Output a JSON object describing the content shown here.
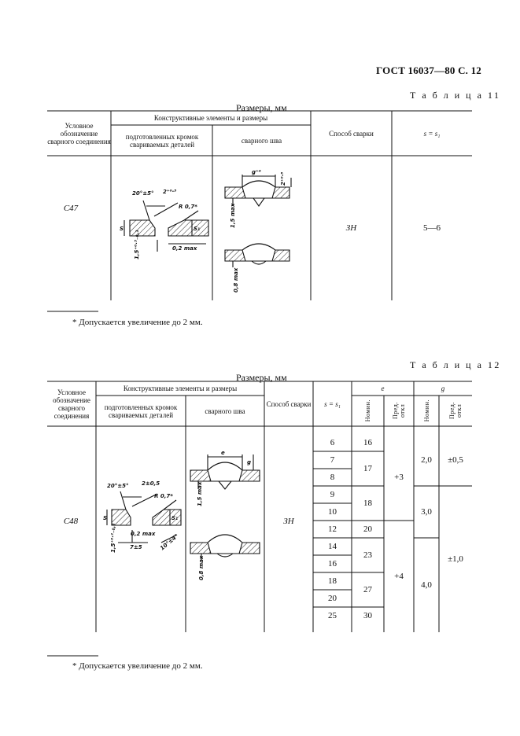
{
  "header": {
    "title": "ГОСТ 16037—80 С. 12"
  },
  "t11": {
    "label": "Т а б л и ц а  11",
    "caption": "Размеры, мм",
    "h_designation": "Условное обозначение сварного соединения",
    "h_elements": "Конструктивные элементы и размеры",
    "h_prepared": "подготовленных кромок свариваемых деталей",
    "h_weld": "сварного шва",
    "h_method": "Способ сварки",
    "h_s": "s = s₁",
    "row": {
      "designation": "С47",
      "method": "ЗН",
      "s": "5—6"
    },
    "drawing_prep": {
      "angle": "20°±5°",
      "gap": "2⁺⁰·⁵",
      "radius": "R 0,7*",
      "s": "S",
      "s1": "S₁",
      "root": "1,5⁺⁰·³₋₀,₃",
      "offset": "0,2 max"
    },
    "drawing_weld": {
      "g": "g⁺⁴",
      "h": "2⁺⁰·⁵",
      "max1": "1,5 max",
      "max2": "0,8 max"
    },
    "footnote": "* Допускается увеличение до 2 мм."
  },
  "t12": {
    "label": "Т а б л и ц а  12",
    "caption": "Размеры, мм",
    "h_designation": "Условное обозначение сварного соединения",
    "h_elements": "Конструктивные элементы и размеры",
    "h_prepared": "подготовленных кромок свариваемых деталей",
    "h_weld": "сварного шва",
    "h_method": "Способ сварки",
    "h_s": "s = s₁",
    "h_e": "e",
    "h_g": "g",
    "h_nom": "Номин.",
    "h_tol": "Пред. откл",
    "designation": "С48",
    "method": "ЗН",
    "s_values": [
      "6",
      "7",
      "8",
      "9",
      "10",
      "12",
      "14",
      "16",
      "18",
      "20",
      "25"
    ],
    "e_nom": [
      "16",
      "17",
      "18",
      "20",
      "23",
      "27",
      "30"
    ],
    "e_tol": [
      "+3",
      "+4"
    ],
    "g_nom": [
      "2,0",
      "3,0",
      "4,0"
    ],
    "g_tol": [
      "±0,5",
      "±1,0"
    ],
    "drawing_prep": {
      "angle": "20°±5°",
      "gap": "2±0,5",
      "radius": "R 0,7*",
      "s": "S",
      "s1": "S₁",
      "root": "1,5⁺⁰·²₋₀,₃",
      "offset": "0,2 max",
      "width": "7±5",
      "bevel": "10°±4°"
    },
    "drawing_weld": {
      "e": "e",
      "g": "g",
      "max1": "1,5 max",
      "max2": "0,8 max"
    },
    "footnote": "* Допускается увеличение до 2 мм."
  }
}
